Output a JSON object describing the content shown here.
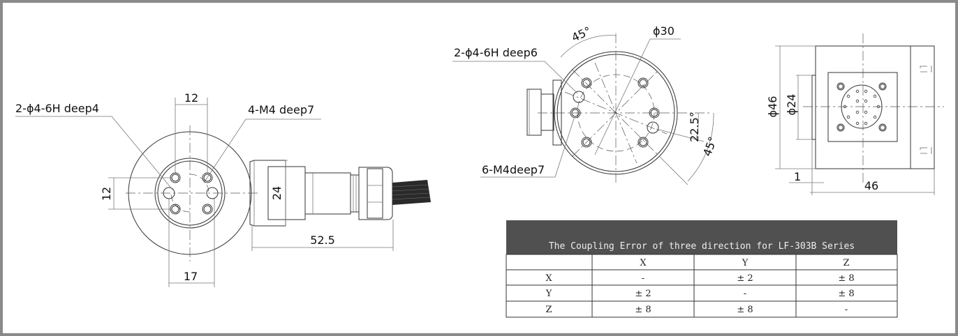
{
  "front_view": {
    "label_holes": "2-ϕ4-6H  deep4",
    "label_threads": "4-M4 deep7",
    "dim_top": "12",
    "dim_left": "12",
    "dim_bottom": "17",
    "dim_connector_height": "24",
    "dim_connector_length": "52.5"
  },
  "top_view": {
    "label_angle_top": "45°",
    "label_diameter": "ϕ30",
    "label_holes": "2-ϕ4-6H deep6",
    "label_threads": "6-M4deep7",
    "label_angle_small": "22.5°",
    "label_angle_right": "45°"
  },
  "side_view": {
    "dim_outer": "ϕ46",
    "dim_inner": "ϕ24",
    "dim_offset": "1",
    "dim_width": "46"
  },
  "table": {
    "title": "The Coupling Error of three direction for LF-303B Series",
    "header": [
      "",
      "X",
      "Y",
      "Z"
    ],
    "rows": [
      [
        "X",
        "-",
        "± 2",
        "± 8"
      ],
      [
        "Y",
        "± 2",
        "-",
        "± 8"
      ],
      [
        "Z",
        "± 8",
        "± 8",
        "-"
      ]
    ],
    "header_color": "#505050"
  }
}
